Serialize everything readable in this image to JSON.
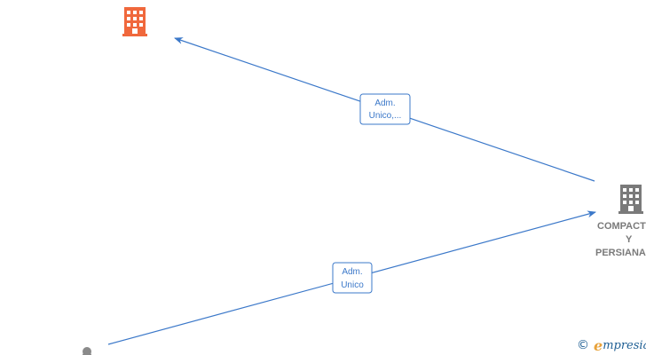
{
  "colors": {
    "edge": "#3b78c9",
    "company_active": "#f0683c",
    "company_inactive": "#7a7a7a",
    "person": "#8a8a8a",
    "brand": "#1f5f94",
    "brand_accent": "#e8a23a"
  },
  "nodes": {
    "top_company": {
      "icon": "building-icon",
      "label": ""
    },
    "right_company": {
      "icon": "building-icon",
      "label_lines": [
        "COMPACT",
        "Y",
        "PERSIANA"
      ]
    },
    "person": {
      "icon": "person-icon",
      "label": ""
    }
  },
  "edges": [
    {
      "from": "right_company",
      "to": "top_company",
      "label_lines": [
        "Adm.",
        "Unico,..."
      ]
    },
    {
      "from": "person",
      "to": "right_company",
      "label_lines": [
        "Adm.",
        "Unico"
      ]
    }
  ],
  "watermark": {
    "copyright_symbol": "©",
    "brand_initial": "e",
    "brand_rest": "mpresia"
  }
}
